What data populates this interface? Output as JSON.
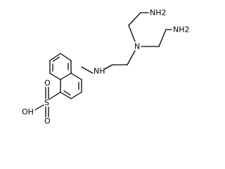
{
  "molecule": {
    "labels": {
      "nh2_top": "NH2",
      "nh2_right": "NH2",
      "n_tertiary": "N",
      "nh_amine": "NH",
      "sulfonyl_s": "S",
      "o_top": "O",
      "o_bottom": "O",
      "oh": "OH"
    }
  }
}
